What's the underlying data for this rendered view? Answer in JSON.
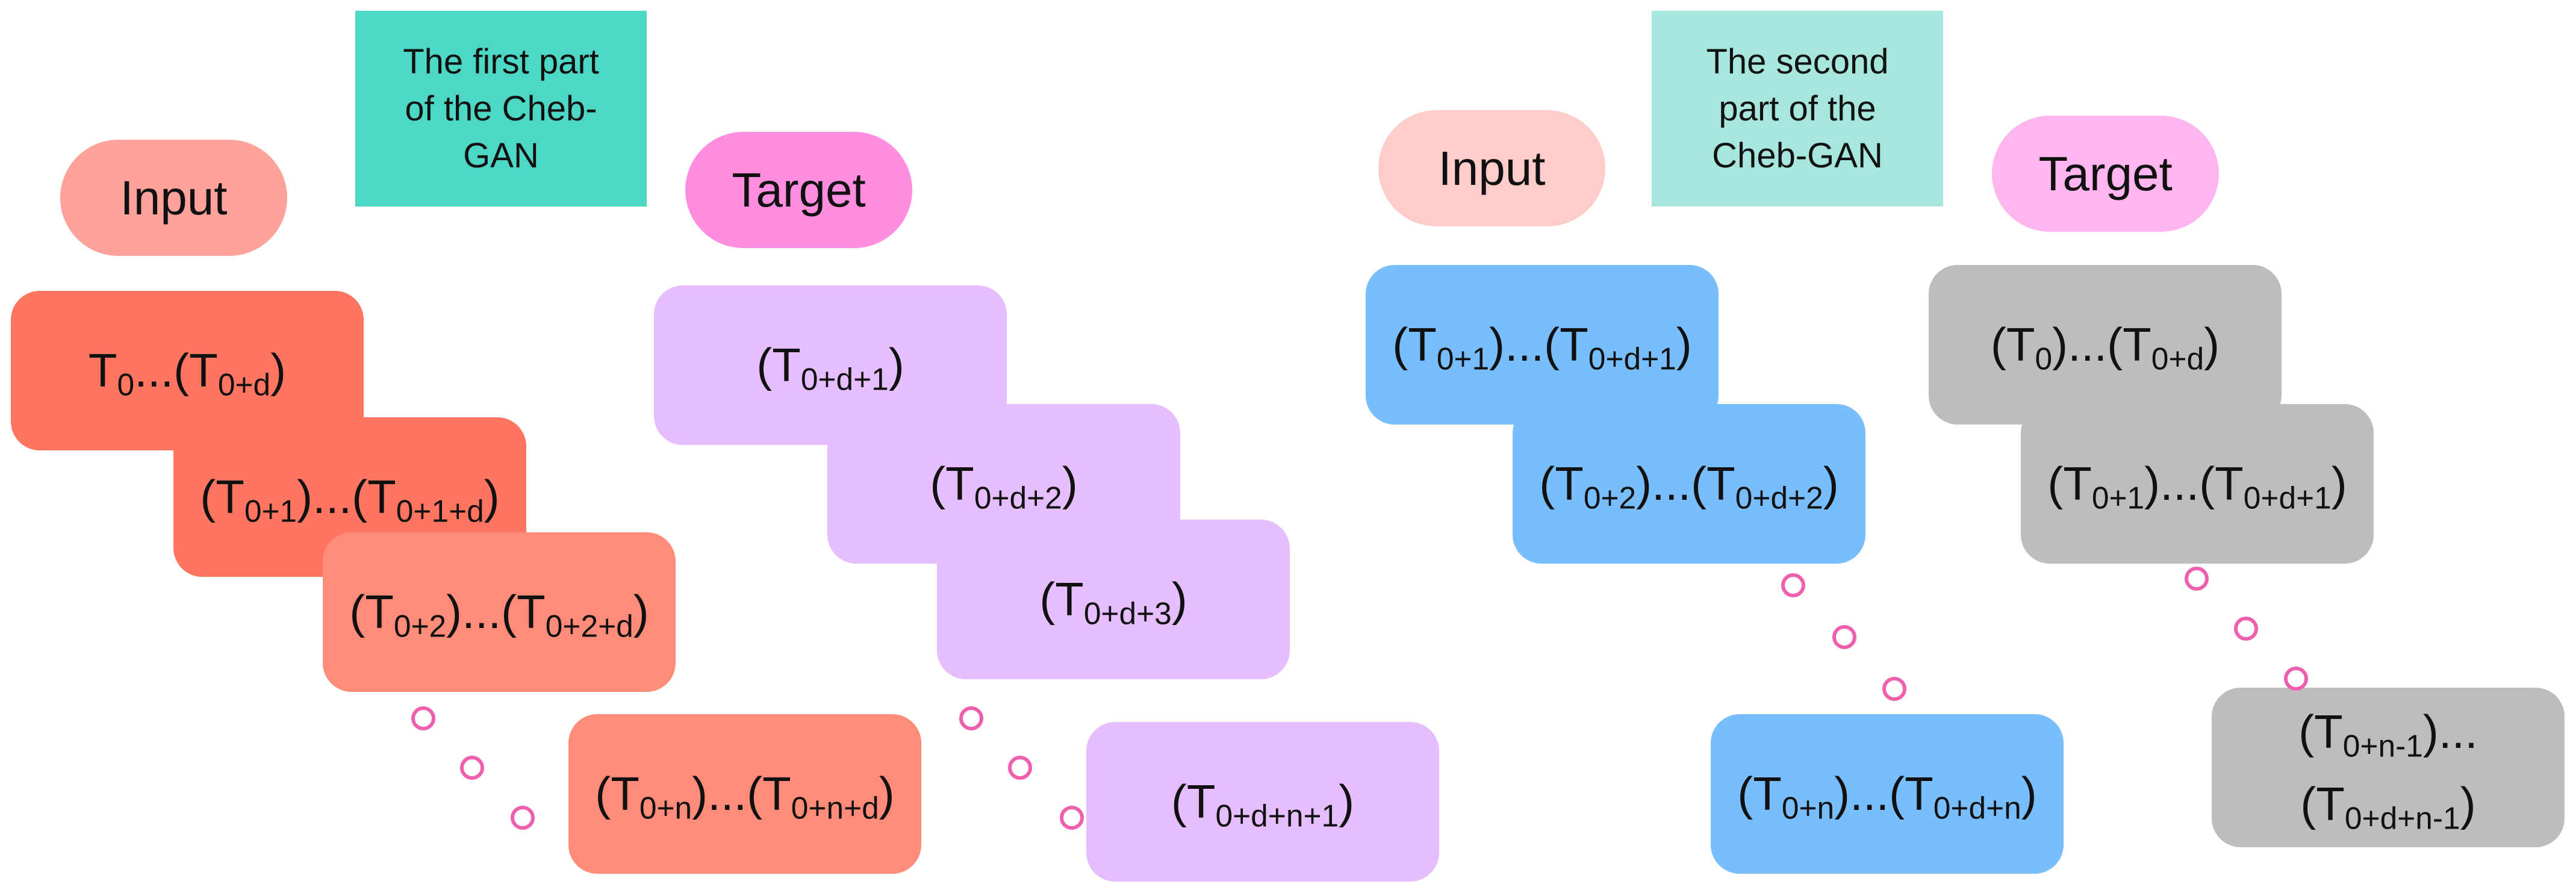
{
  "colors": {
    "input1_pill": "#ffa29a",
    "target1_pill": "#ff8ee0",
    "part1_note": "#4dd8c6",
    "input2_pill": "#ffcdc9",
    "target2_pill": "#ffb6ee",
    "part2_note": "#a7e6dd",
    "input1_box_dark": "#ff7560",
    "input1_box_light": "#ff8c78",
    "target1_box": "#e6befd",
    "input2_box": "#78bdfc",
    "target2_box": "#bdbdbd",
    "dots": "#ef5fae"
  },
  "part1": {
    "note": [
      "The first part",
      "of the Cheb-",
      "GAN"
    ],
    "input_label": "Input",
    "target_label": "Target",
    "input_boxes": [
      {
        "pre": "T",
        "a": "0",
        "mid": "...(T",
        "b": "0+d",
        "post": ")"
      },
      {
        "pre": "(T",
        "a": "0+1",
        "mid": ")...(T",
        "b": "0+1+d",
        "post": ")"
      },
      {
        "pre": "(T",
        "a": "0+2",
        "mid": ")...(T",
        "b": "0+2+d",
        "post": ")"
      },
      {
        "pre": "(T",
        "a": "0+n",
        "mid": ")...(T",
        "b": "0+n+d",
        "post": ")"
      }
    ],
    "target_boxes": [
      {
        "pre": "(T",
        "a": "0+d+1",
        "post": ")"
      },
      {
        "pre": "(T",
        "a": "0+d+2",
        "post": ")"
      },
      {
        "pre": "(T",
        "a": "0+d+3",
        "post": ")"
      },
      {
        "pre": "(T",
        "a": "0+d+n+1",
        "post": ")"
      }
    ]
  },
  "part2": {
    "note": [
      "The second",
      "part of the",
      "Cheb-GAN"
    ],
    "input_label": "Input",
    "target_label": "Target",
    "input_boxes": [
      {
        "pre": "(T",
        "a": "0+1",
        "mid": ")...(T",
        "b": "0+d+1",
        "post": ")"
      },
      {
        "pre": "(T",
        "a": "0+2",
        "mid": ")...(T",
        "b": "0+d+2",
        "post": ")"
      },
      {
        "pre": "(T",
        "a": "0+n",
        "mid": ")...(T",
        "b": "0+d+n",
        "post": ")"
      }
    ],
    "target_boxes": [
      {
        "pre": "(T",
        "a": "0",
        "mid": ")...(T",
        "b": "0+d",
        "post": ")"
      },
      {
        "pre": "(T",
        "a": "0+1",
        "mid": ")...(T",
        "b": "0+d+1",
        "post": ")"
      },
      {
        "pre": "(T",
        "a": "0+n-1",
        "mid": ")...",
        "pre2": "(T",
        "b": "0+d+n-1",
        "post": ")"
      }
    ]
  }
}
